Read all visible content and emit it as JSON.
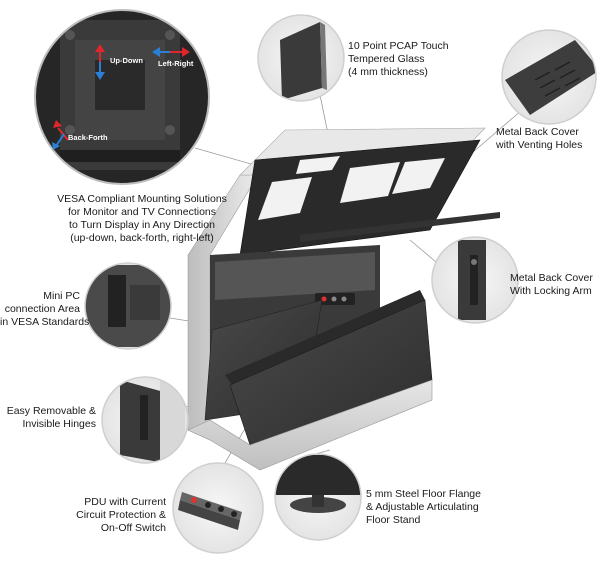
{
  "callouts": {
    "touch_glass": [
      "10 Point PCAP Touch",
      "Tempered Glass",
      "(4 mm thickness)"
    ],
    "venting_cover": [
      "Metal Back Cover",
      "with Venting Holes"
    ],
    "vesa": [
      "VESA Compliant Mounting Solutions",
      "for Monitor and TV Connections",
      "to Turn Display in Any Direction",
      "(up-down, back-forth, right-left)"
    ],
    "locking_arm": [
      "Metal Back Cover",
      "With Locking Arm"
    ],
    "mini_pc": [
      "Mini PC",
      "connection Area",
      "in VESA Standards"
    ],
    "hinges": [
      "Easy Removable &",
      "Invisible Hinges"
    ],
    "pdu": [
      "PDU with Current",
      "Circuit Protection &",
      "On-Off Switch"
    ],
    "floor_flange": [
      "5 mm Steel Floor Flange",
      "& Adjustable Articulating",
      "Floor Stand"
    ]
  },
  "zoom_arrows": {
    "up_down": "Up-Down",
    "left_right": "Left-Right",
    "back_forth": "Back-Forth"
  },
  "colors": {
    "arrow_red": "#e0262b",
    "arrow_blue": "#2a7fd6",
    "metal_dark": "#3b3b3b",
    "metal_light": "#d9d9d9"
  }
}
